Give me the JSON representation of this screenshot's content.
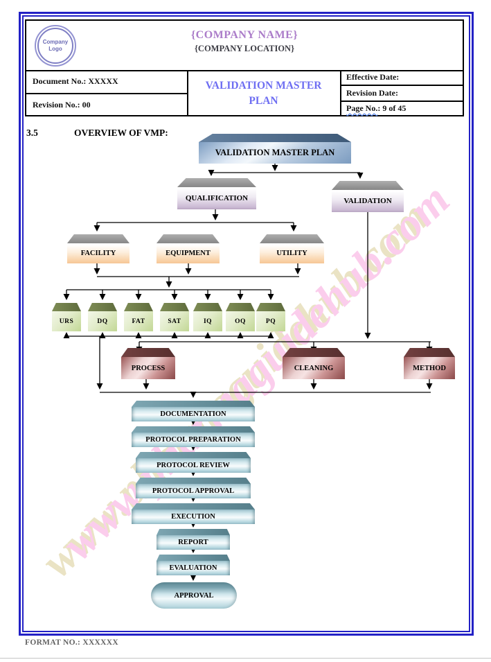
{
  "header": {
    "logo": {
      "line1": "Company",
      "line2": "Logo"
    },
    "company_name": "{COMPANY NAME}",
    "company_location": "{COMPANY LOCATION}",
    "document_no": "Document No.: XXXXX",
    "revision_no": "Revision No.: 00",
    "title": "VALIDATION MASTER PLAN",
    "effective_date": "Effective Date:",
    "revision_date": "Revision Date:",
    "page_no_label": "Page  No.",
    "page_no_value": ": 9 of 45"
  },
  "section": {
    "number": "3.5",
    "heading": "OVERVIEW OF VMP:"
  },
  "flowchart": {
    "labels": {
      "vmp": "VALIDATION MASTER PLAN",
      "qualification": "QUALIFICATION",
      "validation": "VALIDATION",
      "facility": "FACILITY",
      "equipment": "EQUIPMENT",
      "utility": "UTILITY",
      "urs": "URS",
      "dq": "DQ",
      "fat": "FAT",
      "sat": "SAT",
      "iq": "IQ",
      "oq": "OQ",
      "pq": "PQ",
      "process": "PROCESS",
      "cleaning": "CLEANING",
      "method": "METHOD",
      "documentation": "DOCUMENTATION",
      "protocol_preparation": "PROTOCOL PREPARATION",
      "protocol_review": "PROTOCOL REVIEW",
      "protocol_approval": "PROTOCOL APPROVAL",
      "execution": "EXECUTION",
      "report": "REPORT",
      "evaluation": "EVALUATION",
      "approval": "APPROVAL"
    }
  },
  "watermark": {
    "text": "www.pharmaguidehub.com"
  },
  "footer": {
    "format_no": "FORMAT NO.: XXXXXX"
  },
  "colors": {
    "border_blue": "#2321c5",
    "title_blue": "#6e6ef2",
    "company_purple": "#ab7cc9",
    "watermark_pink": "#fbcdec",
    "watermark_shadow": "#eae3c4"
  }
}
